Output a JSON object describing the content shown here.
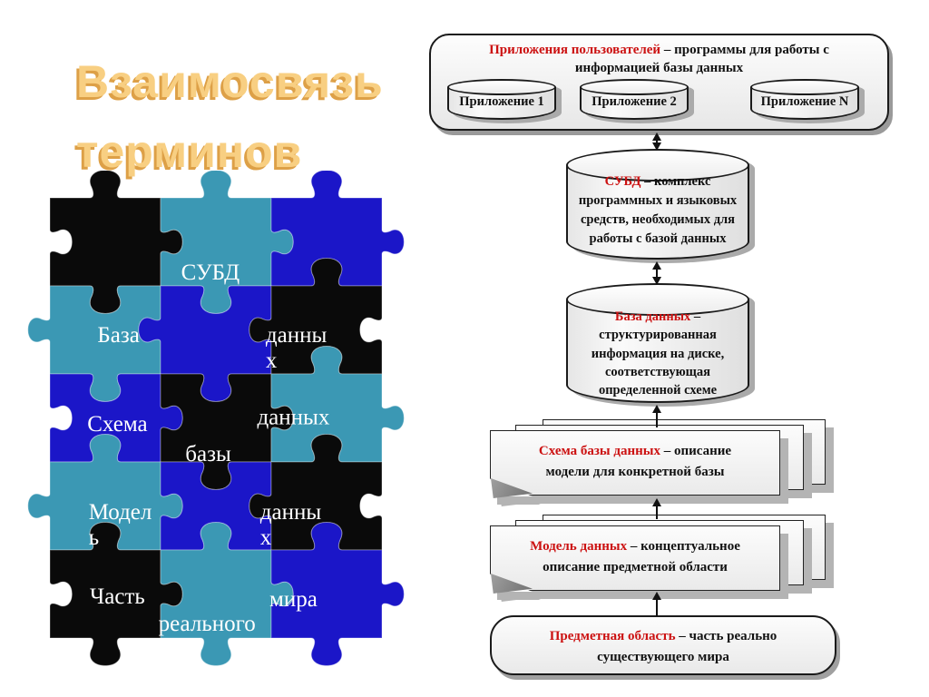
{
  "colors": {
    "title": "#F8CF82",
    "title_shadow": "#DDA047",
    "term_red": "#CC1111",
    "puzzle_black": "#0A0A0A",
    "puzzle_teal": "#3B98B4",
    "puzzle_blue": "#1B16C8"
  },
  "title": {
    "line1": "Взаимосвязь",
    "line2": "терминов"
  },
  "puzzle": {
    "grid": [
      [
        {
          "color": "black",
          "label": []
        },
        {
          "color": "teal",
          "label": [
            "СУБД"
          ]
        },
        {
          "color": "blue",
          "label": []
        }
      ],
      [
        {
          "color": "teal",
          "label": [
            "База"
          ]
        },
        {
          "color": "blue",
          "label": []
        },
        {
          "color": "black",
          "label": [
            "данны",
            "х"
          ]
        }
      ],
      [
        {
          "color": "blue",
          "label": [
            "Схема"
          ]
        },
        {
          "color": "black",
          "label": [
            "базы"
          ]
        },
        {
          "color": "teal",
          "label": [
            "данных"
          ]
        }
      ],
      [
        {
          "color": "teal",
          "label": [
            "Модел",
            "ь"
          ]
        },
        {
          "color": "blue",
          "label": []
        },
        {
          "color": "black",
          "label": [
            "данны",
            "х"
          ]
        }
      ],
      [
        {
          "color": "black",
          "label": [
            "Часть"
          ]
        },
        {
          "color": "teal",
          "label": [
            "реального"
          ]
        },
        {
          "color": "blue",
          "label": [
            "мира"
          ]
        }
      ]
    ]
  },
  "diagram": {
    "apps": {
      "term": "Приложения пользователей",
      "rest": " – программы для работы с информацией базы данных",
      "cylinders": [
        "Приложение 1",
        "Приложение 2",
        "Приложение N"
      ]
    },
    "dbms": {
      "term": "СУБД",
      "rest": " – комплекс программных и языковых средств, необходимых для работы с базой данных"
    },
    "database": {
      "term": "База данных",
      "rest": " – структурированная информация на диске, соответствующая определенной схеме"
    },
    "schema": {
      "term": "Схема базы данных",
      "rest": " – описание модели для конкретной базы"
    },
    "model": {
      "term": "Модель данных",
      "rest": " – концептуальное описание предметной области"
    },
    "subject": {
      "term": "Предметная область",
      "rest": " – часть реально существующего мира"
    }
  }
}
